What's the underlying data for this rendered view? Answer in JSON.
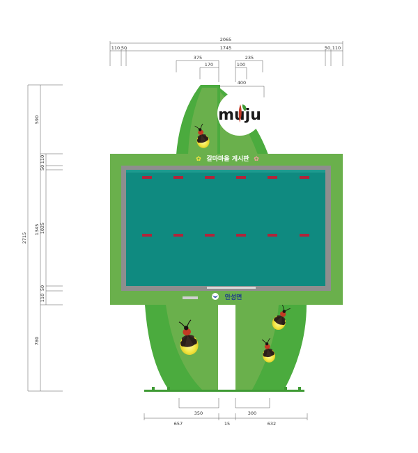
{
  "dimensions": {
    "top_overall": "2065",
    "top_left_outer": "110",
    "top_left_inner": "50",
    "top_middle": "1745",
    "top_right_inner": "50",
    "top_right_outer": "110",
    "post_left_width": "375",
    "post_left_inner": "170",
    "post_right_inner": "100",
    "post_right_width": "235",
    "logo_width": "400",
    "left_top": "590",
    "left_frame_top_outer": "110",
    "left_frame_top_inner": "50",
    "left_board_height": "1345",
    "left_screen_height": "1025",
    "left_frame_bottom_inner": "50",
    "left_frame_bottom_outer": "110",
    "left_total": "2715",
    "left_bottom": "780",
    "bottom_left_foot": "350",
    "bottom_right_foot": "300",
    "bottom_left_total": "657",
    "bottom_gap": "15",
    "bottom_right_total": "632"
  },
  "sign": {
    "title": "갈마마을 게시판",
    "logo_text": "muju",
    "footer_text": "안성면"
  },
  "colors": {
    "board_green": "#6ab04c",
    "dark_green": "#3f9a34",
    "leaf_green": "#4bab3e",
    "frame_gray": "#8e8e8e",
    "screen_teal": "#0f8a80",
    "pin_red": "#b0253a",
    "firefly_glow": "#f2e640"
  },
  "icons": [
    "firefly-icon",
    "muju-logo-icon",
    "anseong-emblem-icon",
    "flower-icon"
  ]
}
